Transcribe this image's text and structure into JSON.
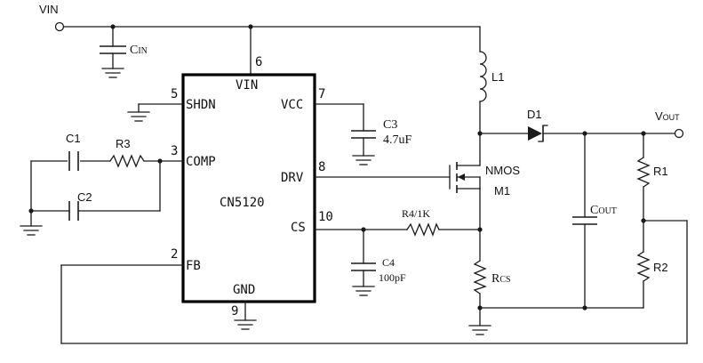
{
  "chip": {
    "name": "CN5120",
    "pins": {
      "vin": "VIN",
      "shdn": "SHDN",
      "comp": "COMP",
      "fb": "FB",
      "vcc": "VCC",
      "drv": "DRV",
      "cs": "CS",
      "gnd": "GND"
    },
    "pin_numbers": {
      "vin": "6",
      "shdn": "5",
      "comp": "3",
      "fb": "2",
      "vcc": "7",
      "drv": "8",
      "cs": "10",
      "gnd": "9"
    }
  },
  "nets": {
    "vin": "VIN",
    "vout_main": "V",
    "vout_sub": "OUT"
  },
  "components": {
    "cin": {
      "main": "C",
      "sub": "IN"
    },
    "c1": "C1",
    "c2": "C2",
    "r3": "R3",
    "c3_name": "C3",
    "c3_value": "4.7uF",
    "c4_name": "C4",
    "c4_value": "100pF",
    "r4": "R4/1K",
    "l1": "L1",
    "d1": "D1",
    "nmos_type": "NMOS",
    "nmos_name": "M1",
    "rcs": {
      "main": "R",
      "sub": "CS"
    },
    "cout": {
      "main": "C",
      "sub": "OUT"
    },
    "r1": "R1",
    "r2": "R2"
  }
}
